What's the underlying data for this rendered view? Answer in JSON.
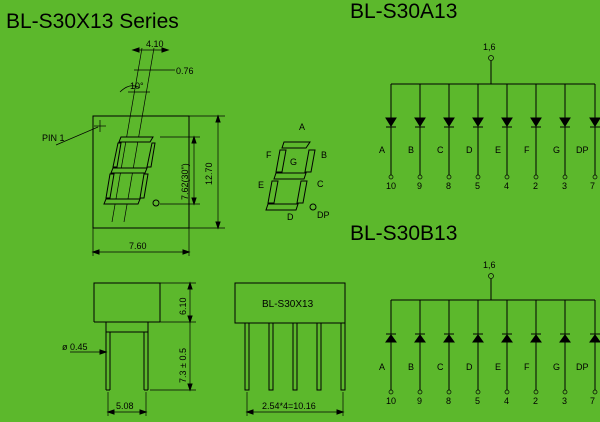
{
  "titles": {
    "series": "BL-S30X13 Series",
    "schematic_a": "BL-S30A13",
    "schematic_b": "BL-S30B13"
  },
  "front_view": {
    "pin1_label": "PIN 1",
    "dim_width_top": "4.10",
    "dim_segment": "0.76",
    "dim_angle": "10°",
    "dim_height": "12.70",
    "dim_digit_height": "7.62(30\")",
    "dim_width": "7.60"
  },
  "segment_map": {
    "labels": [
      "A",
      "B",
      "C",
      "D",
      "E",
      "F",
      "G",
      "DP"
    ]
  },
  "side_view": {
    "dim_pin_dia": "ø 0.45",
    "dim_body_height": "6.10",
    "dim_pin_length": "7.3 ± 0.5",
    "dim_width": "5.08"
  },
  "bottom_view": {
    "part_label": "BL-S30X13",
    "dim_pitch": "2.54*4=10.16"
  },
  "schematic_a": {
    "common_pin": "1,6",
    "segments": [
      "A",
      "B",
      "C",
      "D",
      "E",
      "F",
      "G",
      "DP"
    ],
    "pins": [
      "10",
      "9",
      "8",
      "5",
      "4",
      "2",
      "3",
      "7"
    ]
  },
  "schematic_b": {
    "common_pin": "1,6",
    "segments": [
      "A",
      "B",
      "C",
      "D",
      "E",
      "F",
      "G",
      "DP"
    ],
    "pins": [
      "10",
      "9",
      "8",
      "5",
      "4",
      "2",
      "3",
      "7"
    ]
  },
  "colors": {
    "background": "#5cb82c",
    "line": "#000000"
  }
}
